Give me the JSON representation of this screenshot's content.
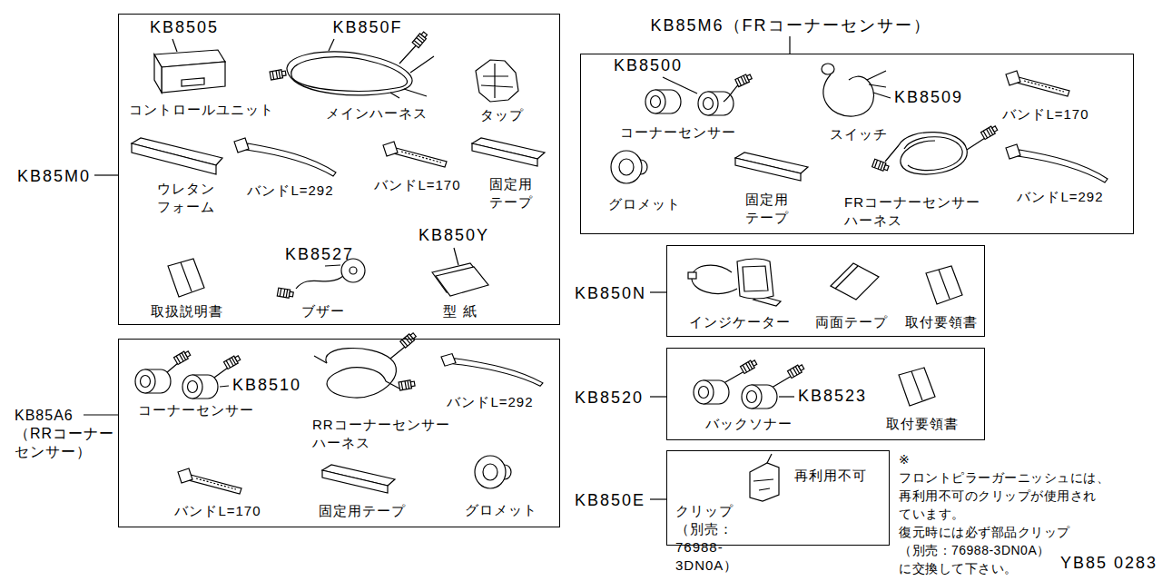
{
  "diagram": {
    "nodes": [
      {
        "text": [
          "KB85M0"
        ]
      },
      {
        "text": [
          "KB85M6（FRコーナーセンサー）"
        ]
      },
      {
        "text": [
          "KB850N"
        ]
      },
      {
        "text": [
          "KB85A6 （RRコーナー センサー）"
        ]
      },
      {
        "text": [
          "KB8520"
        ]
      },
      {
        "text": [
          "KB850E"
        ]
      }
    ],
    "labels": [
      "KB8505",
      "コントロールユニット",
      "KB850F",
      "メインハーネス",
      "タップ",
      "ウレタン フォーム",
      "バンドL=292",
      "バンドL=170",
      "固定用 テープ",
      "KB8527",
      "ブザー",
      "KB850Y",
      "型 紙",
      "取扱説明書",
      "KB8500",
      "コーナーセンサー",
      "KB8509",
      "スイッチ",
      "バンドL=170",
      "グロメット",
      "固定用 テープ",
      "FRコーナーセンサー ハーネス",
      "バンドL=292",
      "インジケーター",
      "両面テープ",
      "取付要領書",
      "KB8510",
      "コーナーセンサー",
      "RRコーナーセンサー ハーネス",
      "バンドL=292",
      "バンドL=170",
      "固定用テープ",
      "グロメット",
      "KB8523",
      "バックソナー",
      "取付要領書",
      "再利用不可",
      "クリップ （別売：76988-3DN0A）",
      "※フロントピラーガーニッシュには、 再利用不可のクリップが使用され ています。 復元時には必ず部品クリップ （別売：76988-3DN0A） に交換して下さい。",
      "YB85 0283"
    ]
  }
}
